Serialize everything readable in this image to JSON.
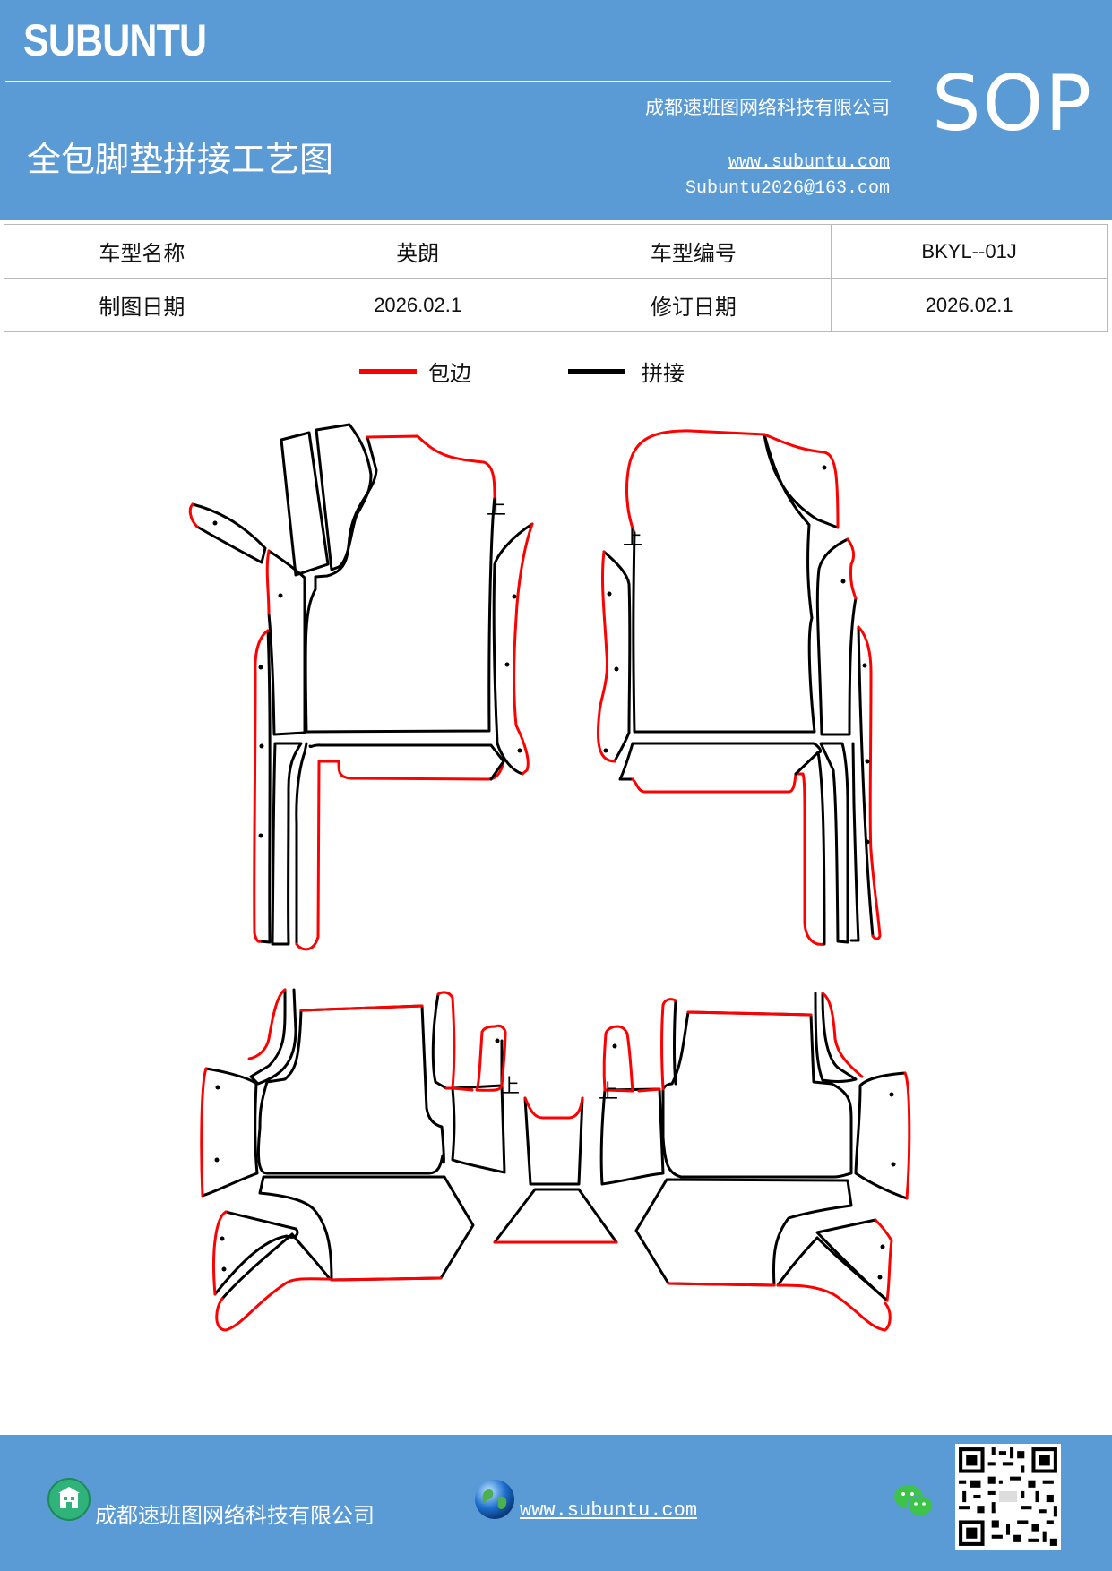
{
  "header": {
    "brand": "SUBUNTU",
    "company": "成都速班图网络科技有限公司",
    "title": "全包脚垫拼接工艺图",
    "website": "www.subuntu.com",
    "email": "Subuntu2026@163.com",
    "badge": "SOP"
  },
  "info": {
    "row1": {
      "label1": "车型名称",
      "value1": "英朗",
      "label2": "车型编号",
      "value2": "BKYL--01J"
    },
    "row2": {
      "label1": "制图日期",
      "value1": "2026.02.1",
      "label2": "修订日期",
      "value2": "2026.02.1"
    }
  },
  "legend": {
    "edge_label": "包边",
    "edge_color": "#ff0000",
    "seam_label": "拼接",
    "seam_color": "#000000"
  },
  "diagram": {
    "orientation_mark": "上"
  },
  "footer": {
    "company": "成都速班图网络科技有限公司",
    "website": "www.subuntu.com",
    "icons": [
      "building-icon",
      "globe-icon",
      "wechat-icon",
      "qr-code"
    ]
  }
}
